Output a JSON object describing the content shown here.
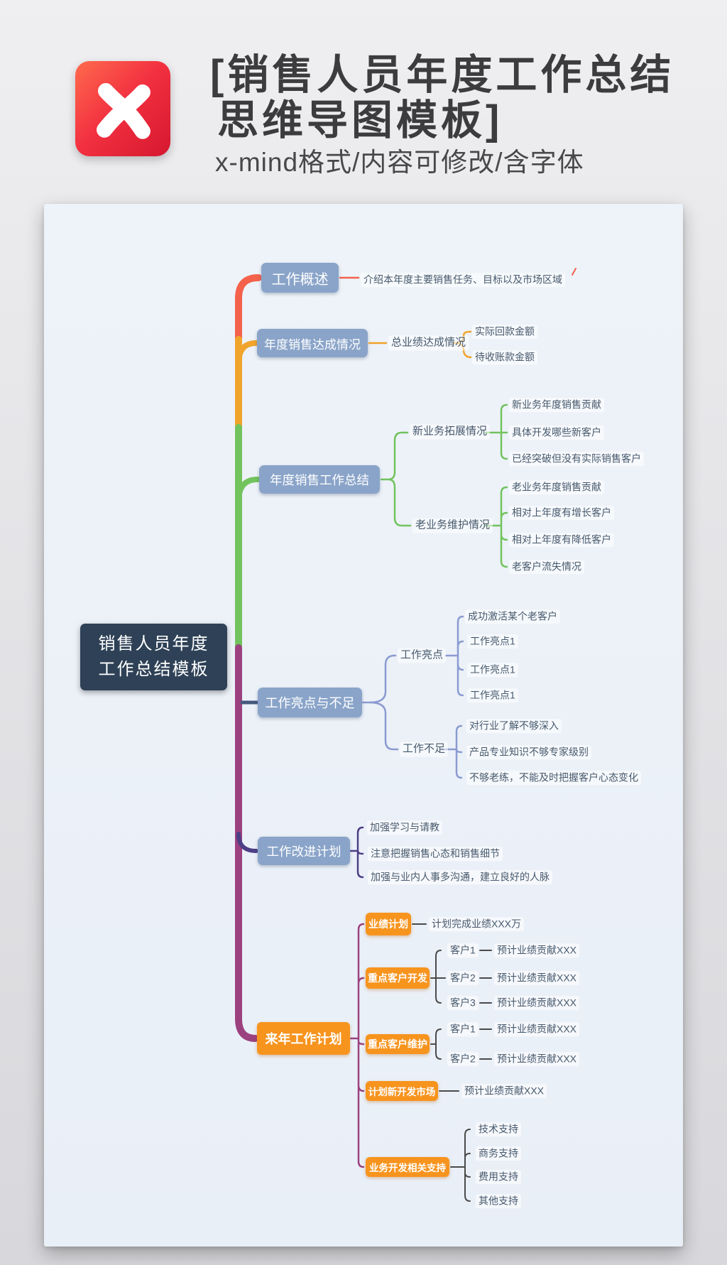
{
  "header": {
    "title_line1": "[销售人员年度工作总结",
    "title_line2": "思维导图模板]",
    "subtitle": "x-mind格式/内容可修改/含字体"
  },
  "icons": {
    "logo": "xmind-logo"
  },
  "palette": {
    "branch_red": "#f4624c",
    "branch_orange": "#f1a42b",
    "branch_green": "#72c35e",
    "branch_plum": "#9c4180",
    "branch_indigo": "#4d3e85",
    "branch_periwinkle": "#8b9bd1",
    "branch_navy": "#44597c",
    "branch_gray": "#4a4a4a",
    "topic_blue": "#8aa4c9",
    "topic_dark": "#2e4156",
    "topic_orange": "#f7941e",
    "logo_red": "#e8263d",
    "canvas_bg": "#ebf1f8"
  },
  "map": {
    "root": {
      "line1": "销售人员年度",
      "line2": "工作总结模板"
    },
    "b1": {
      "label": "工作概述",
      "note": "介绍本年度主要销售任务、目标以及市场区域"
    },
    "b2": {
      "label": "年度销售达成情况",
      "child": "总业绩达成情况",
      "leaves": [
        "实际回款金额",
        "待收账款金额"
      ]
    },
    "b3": {
      "label": "年度销售工作总结",
      "g1": {
        "label": "新业务拓展情况",
        "leaves": [
          "新业务年度销售贡献",
          "具体开发哪些新客户",
          "已经突破但没有实际销售客户"
        ]
      },
      "g2": {
        "label": "老业务维护情况",
        "leaves": [
          "老业务年度销售贡献",
          "相对上年度有增长客户",
          "相对上年度有降低客户",
          "老客户流失情况"
        ]
      }
    },
    "b4": {
      "label": "工作亮点与不足",
      "g1": {
        "label": "工作亮点",
        "leaves": [
          "成功激活某个老客户",
          "工作亮点1",
          "工作亮点1",
          "工作亮点1"
        ]
      },
      "g2": {
        "label": "工作不足",
        "leaves": [
          "对行业了解不够深入",
          "产品专业知识不够专家级别",
          "不够老练，不能及时把握客户心态变化"
        ]
      }
    },
    "b5": {
      "label": "工作改进计划",
      "leaves": [
        "加强学习与请教",
        "注意把握销售心态和销售细节",
        "加强与业内人事多沟通，建立良好的人脉"
      ]
    },
    "b6": {
      "label": "来年工作计划",
      "g1": {
        "label": "业绩计划",
        "note": "计划完成业绩XXX万"
      },
      "g2": {
        "label": "重点客户开发",
        "rows": [
          {
            "c": "客户1",
            "v": "预计业绩贡献XXX"
          },
          {
            "c": "客户2",
            "v": "预计业绩贡献XXX"
          },
          {
            "c": "客户3",
            "v": "预计业绩贡献XXX"
          }
        ]
      },
      "g3": {
        "label": "重点客户维护",
        "rows": [
          {
            "c": "客户1",
            "v": "预计业绩贡献XXX"
          },
          {
            "c": "客户2",
            "v": "预计业绩贡献XXX"
          }
        ]
      },
      "g4": {
        "label": "计划新开发市场",
        "note": "预计业绩贡献XXX"
      },
      "g5": {
        "label": "业务开发相关支持",
        "leaves": [
          "技术支持",
          "商务支持",
          "费用支持",
          "其他支持"
        ]
      }
    }
  }
}
